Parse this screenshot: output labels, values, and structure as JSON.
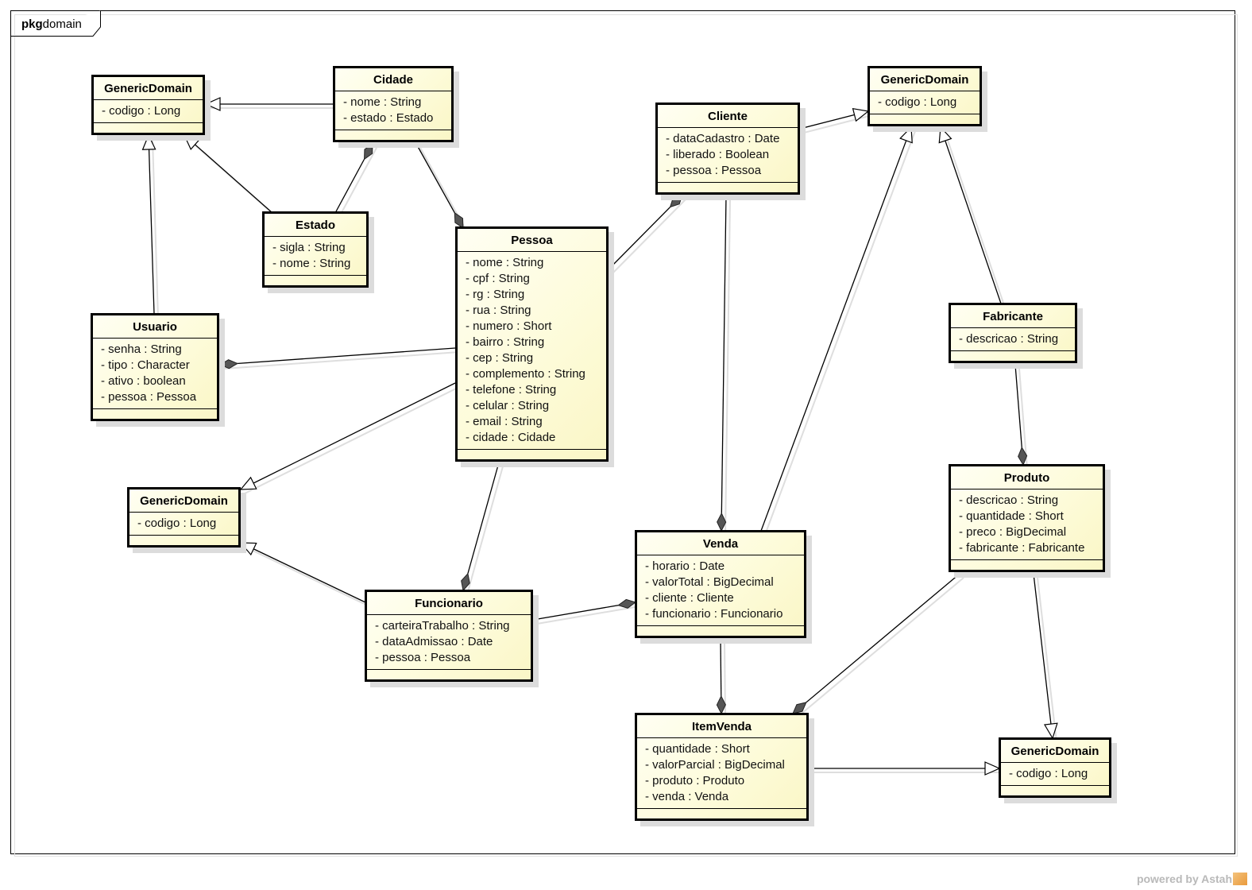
{
  "package": {
    "keyword": "pkg",
    "name": "domain"
  },
  "classes": {
    "generic1": {
      "name": "GenericDomain",
      "attrs": [
        "- codigo : Long"
      ]
    },
    "cidade": {
      "name": "Cidade",
      "attrs": [
        "- nome : String",
        "- estado : Estado"
      ]
    },
    "estado": {
      "name": "Estado",
      "attrs": [
        "- sigla : String",
        "- nome : String"
      ]
    },
    "usuario": {
      "name": "Usuario",
      "attrs": [
        "- senha : String",
        "- tipo : Character",
        "- ativo : boolean",
        "- pessoa : Pessoa"
      ]
    },
    "pessoa": {
      "name": "Pessoa",
      "attrs": [
        "- nome : String",
        "- cpf : String",
        "- rg : String",
        "- rua : String",
        "- numero : Short",
        "- bairro : String",
        "- cep : String",
        "- complemento : String",
        "- telefone : String",
        "- celular : String",
        "- email : String",
        "- cidade : Cidade"
      ]
    },
    "generic2": {
      "name": "GenericDomain",
      "attrs": [
        "- codigo : Long"
      ]
    },
    "funcionario": {
      "name": "Funcionario",
      "attrs": [
        "- carteiraTrabalho : String",
        "- dataAdmissao : Date",
        "- pessoa : Pessoa"
      ]
    },
    "cliente": {
      "name": "Cliente",
      "attrs": [
        "- dataCadastro : Date",
        "- liberado : Boolean",
        "- pessoa : Pessoa"
      ]
    },
    "generic3": {
      "name": "GenericDomain",
      "attrs": [
        "- codigo : Long"
      ]
    },
    "fabricante": {
      "name": "Fabricante",
      "attrs": [
        "- descricao : String"
      ]
    },
    "produto": {
      "name": "Produto",
      "attrs": [
        "- descricao : String",
        "- quantidade : Short",
        "- preco : BigDecimal",
        "- fabricante : Fabricante"
      ]
    },
    "venda": {
      "name": "Venda",
      "attrs": [
        "- horario : Date",
        "- valorTotal : BigDecimal",
        "- cliente : Cliente",
        "- funcionario : Funcionario"
      ]
    },
    "itemvenda": {
      "name": "ItemVenda",
      "attrs": [
        "- quantidade : Short",
        "- valorParcial : BigDecimal",
        "- produto : Produto",
        "- venda : Venda"
      ]
    },
    "generic4": {
      "name": "GenericDomain",
      "attrs": [
        "- codigo : Long"
      ]
    }
  },
  "relations": [
    {
      "type": "generalization",
      "from": "cidade",
      "to": "generic1"
    },
    {
      "type": "generalization",
      "from": "estado",
      "to": "generic1"
    },
    {
      "type": "generalization",
      "from": "usuario",
      "to": "generic1"
    },
    {
      "type": "composition",
      "whole": "cidade",
      "part": "estado"
    },
    {
      "type": "composition",
      "whole": "pessoa",
      "part": "cidade"
    },
    {
      "type": "composition",
      "whole": "usuario",
      "part": "pessoa"
    },
    {
      "type": "generalization",
      "from": "pessoa",
      "to": "generic2"
    },
    {
      "type": "generalization",
      "from": "funcionario",
      "to": "generic2"
    },
    {
      "type": "composition",
      "whole": "funcionario",
      "part": "pessoa"
    },
    {
      "type": "composition",
      "whole": "cliente",
      "part": "pessoa"
    },
    {
      "type": "generalization",
      "from": "cliente",
      "to": "generic3"
    },
    {
      "type": "generalization",
      "from": "venda",
      "to": "generic3"
    },
    {
      "type": "generalization",
      "from": "fabricante",
      "to": "generic3"
    },
    {
      "type": "composition",
      "whole": "produto",
      "part": "fabricante"
    },
    {
      "type": "composition",
      "whole": "venda",
      "part": "cliente"
    },
    {
      "type": "composition",
      "whole": "venda",
      "part": "funcionario"
    },
    {
      "type": "composition",
      "whole": "itemvenda",
      "part": "venda"
    },
    {
      "type": "composition",
      "whole": "itemvenda",
      "part": "produto"
    },
    {
      "type": "generalization",
      "from": "itemvenda",
      "to": "generic4"
    },
    {
      "type": "generalization",
      "from": "produto",
      "to": "generic4"
    }
  ],
  "footer": {
    "powered_by": "powered by Astah"
  },
  "colors": {
    "class_fill": "#fdfbd8",
    "border": "#000000",
    "shadow": "#dcdcdc",
    "composition_fill": "#555555"
  }
}
